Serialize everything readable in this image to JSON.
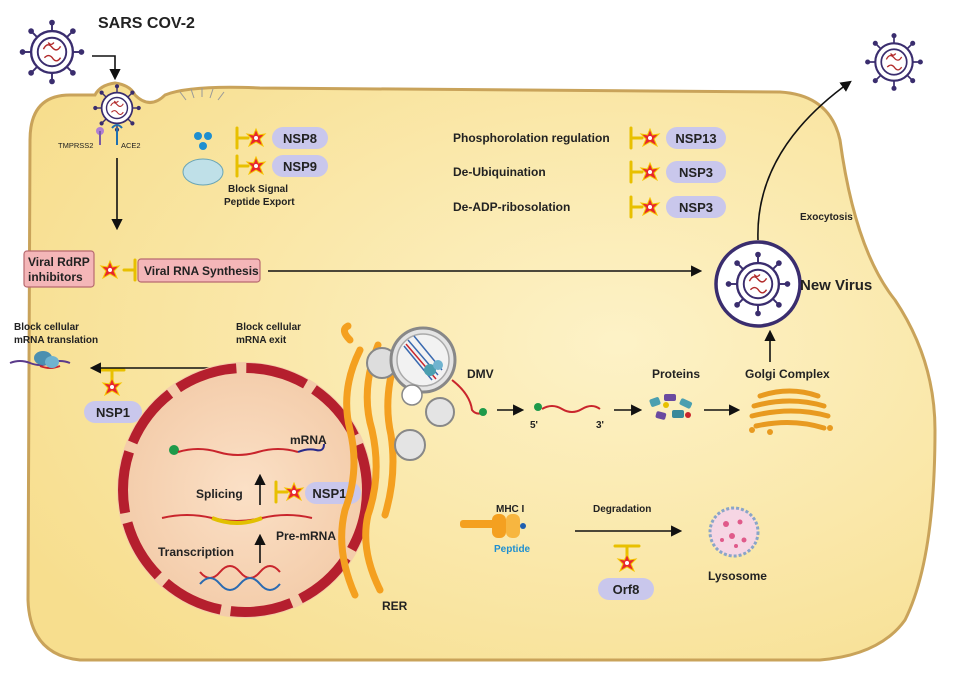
{
  "title": "SARS COV-2",
  "receptors": {
    "tmprss2": "TMPRSS2",
    "ace2": "ACE2"
  },
  "signal_block": {
    "nsp8": "NSP8",
    "nsp9": "NSP9",
    "caption_line1": "Block Signal",
    "caption_line2": "Peptide Export"
  },
  "regulation": [
    {
      "label": "Phosphorolation regulation",
      "protein": "NSP13"
    },
    {
      "label": "De-Ubiquination",
      "protein": "NSP3"
    },
    {
      "label": "De-ADP-ribosolation",
      "protein": "NSP3"
    }
  ],
  "rdrp": {
    "inhibitor_line1": "Viral RdRP",
    "inhibitor_line2": "inhibitors",
    "synthesis": "Viral RNA Synthesis"
  },
  "new_virus": "New Virus",
  "exocytosis": "Exocytosis",
  "translation": {
    "block_line1": "Block cellular",
    "block_line2": "mRNA translation",
    "protein": "NSP1"
  },
  "mrna_exit": {
    "line1": "Block cellular",
    "line2": "mRNA exit"
  },
  "nucleus": {
    "mrna": "mRNA",
    "splicing": "Splicing",
    "splicing_protein": "NSP16",
    "pre_mrna": "Pre-mRNA",
    "transcription": "Transcription"
  },
  "dmv": "DMV",
  "rna_5": "5'",
  "rna_3": "3'",
  "proteins": "Proteins",
  "golgi": "Golgi Complex",
  "rer": "RER",
  "mhc": {
    "label": "MHC I",
    "peptide": "Peptide",
    "degradation": "Degradation",
    "protein": "Orf8",
    "lysosome": "Lysosome"
  },
  "colors": {
    "cell_fill": "#fbe7a6",
    "membrane": "#c9a35a",
    "nucleus_fill": "#f6d3b6",
    "nucleus_envelope": "#b51f2e",
    "pill": "#c9c7ec",
    "rer": "#f4a020",
    "virus": "#3a2d6e",
    "rna": "#c9252c",
    "blocker": "#e8c000",
    "peptide_text": "#1f8fd0"
  }
}
